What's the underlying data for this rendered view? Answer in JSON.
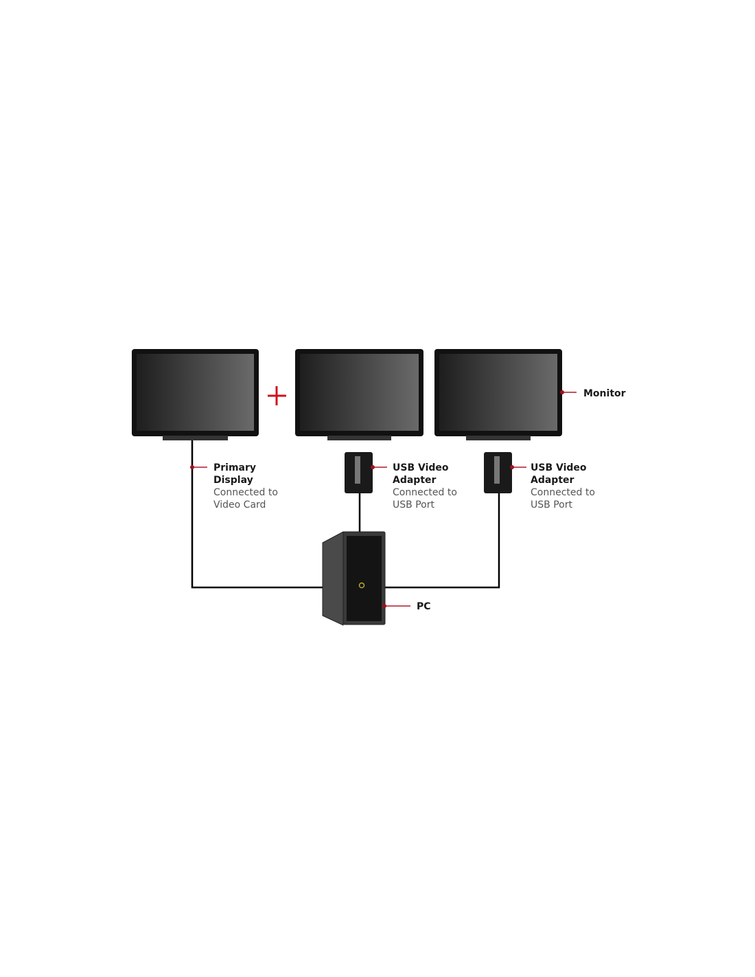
{
  "labels": {
    "monitor": "Monitor",
    "primary": {
      "line1": "Primary",
      "line2": "Display",
      "line3": "Connected to",
      "line4": "Video Card"
    },
    "adapter1": {
      "line1": "USB Video",
      "line2": "Adapter",
      "line3": "Connected to",
      "line4": "USB Port"
    },
    "adapter2": {
      "line1": "USB Video",
      "line2": "Adapter",
      "line3": "Connected to",
      "line4": "USB Port"
    },
    "pc": "PC"
  },
  "colors": {
    "accent": "#b0182a",
    "plus": "#d0101e"
  }
}
